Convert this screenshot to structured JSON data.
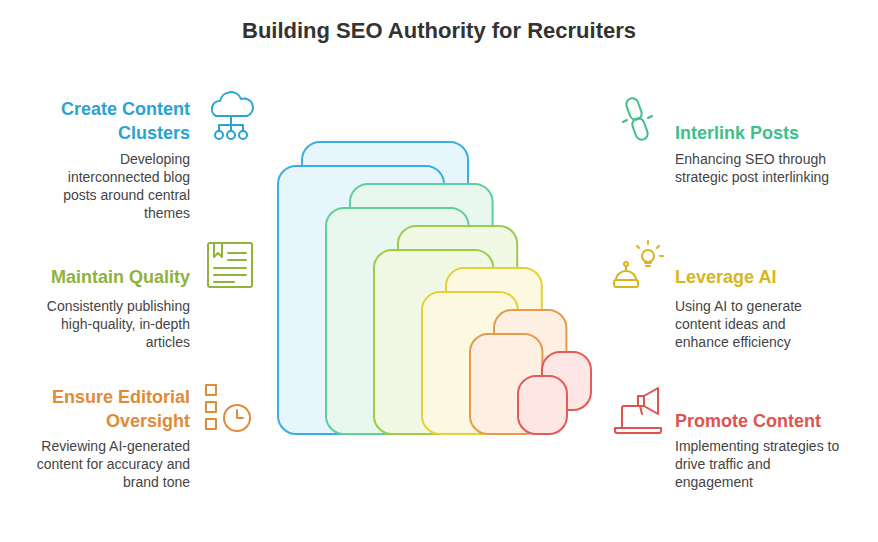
{
  "diagram": {
    "title": "Building SEO Authority for Recruiters",
    "labels": [
      "Create Content Clusters",
      "Developing interconnected blog posts around central themes",
      "Interlink Posts",
      "Enhancing SEO through strategic post interlinking",
      "Maintain Quality",
      "Consistently publishing high-quality, in-depth articles",
      "Leverage AI",
      "Using AI to generate content ideas and enhance efficiency",
      "Ensure Editorial Oversight",
      "Reviewing AI-generated content for accuracy and brand tone",
      "Promote Content",
      "Implementing strategies to drive traffic and engagement"
    ]
  }
}
